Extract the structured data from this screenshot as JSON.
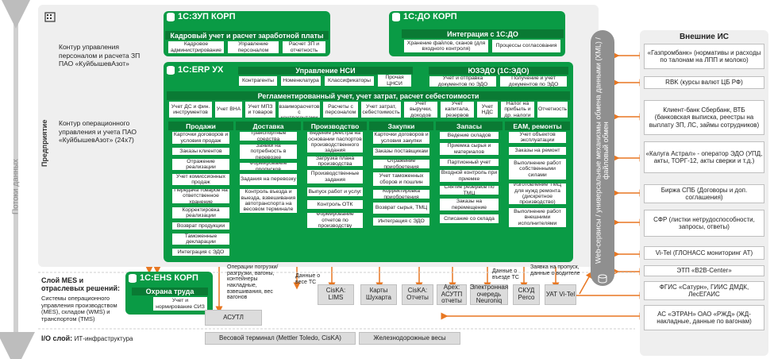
{
  "axis": {
    "data_flow": "Потоки данных"
  },
  "enterprise": {
    "label": "Предприятие",
    "hr_text": "Контур управления персоналом и расчета ЗП ПАО «КуйбышевАзот»",
    "ops_text": "Контур операционного управления и учета ПАО «КуйбышевАзот» (24х7)"
  },
  "zup": {
    "title": "1С:ЗУП КОРП",
    "bar": "Кадровый учет и расчет заработной платы",
    "boxes": [
      "Кадровое администрирование",
      "Управление персоналом",
      "Расчет ЗП и отчетность"
    ]
  },
  "do": {
    "title": "1С:ДО КОРП",
    "bar": "Интеграция с 1С:ДО",
    "boxes": [
      "Хранение файлов, сканов (для входного контроля)",
      "Процессы согласования"
    ]
  },
  "erp": {
    "title": "1С:ERP УХ",
    "nsi_bar": "Управление НСИ",
    "nsi_boxes": [
      "Контрагенты",
      "Номенклатура",
      "Классификаторы",
      "Прочая ЦНСИ"
    ],
    "edo_bar": "ЮЗЭДО (1С:ЭДО)",
    "edo_boxes": [
      "Учет и отправка документов по ЭДО",
      "Получение и учет документов по ЭДО"
    ],
    "reg_bar": "Регламентированный учет, учет затрат, расчет себестоимости",
    "reg_boxes": [
      "Учет ДС и фин. инструментов",
      "Учет ВНА",
      "Учет МПЗ и товаров",
      "Учет взаиморасчетов с контрагентами",
      "Расчеты с персоналом",
      "Учет затрат, себестоимость",
      "Учет выручки, доходов",
      "Учет капитала, резервов",
      "Учет НДС",
      "Налог на прибыль и др. налоги",
      "Отчетность"
    ],
    "columns": [
      {
        "title": "Продажи",
        "items": [
          "Карточки договоров и условия продаж",
          "Заказы клиентов",
          "Отражение реализации",
          "Учет комиссионных продаж",
          "Передача товаров на ответственное хранение",
          "Корректировка реализации",
          "Возврат продукции",
          "Таможенные декларации",
          "Интеграция с ЭДО"
        ]
      },
      {
        "title": "Доставка",
        "items": [
          "Транспортные средства",
          "Заявки на потребность в перевозке",
          "Формирование пропусков",
          "Задания на перевозку",
          "Контроль въезда и выезда, взвешивания автотранспорта на весовом терминале"
        ]
      },
      {
        "title": "Производство",
        "items": [
          "Ведение реестра на основании паспортов производственного задания",
          "Загрузка плана производства",
          "Производственные задания",
          "Выпуск работ и услуг",
          "Контроль ОТК",
          "Формирование отчетов по производству"
        ]
      },
      {
        "title": "Закупки",
        "items": [
          "Карточки договоров и условия закупки",
          "Заказы поставщикам",
          "Отражение приобретения",
          "Учет таможенных сборов и пошлин",
          "Корректировка приобретения",
          "Возврат сырья, ТМЦ",
          "Интеграция с ЭДО"
        ]
      },
      {
        "title": "Запасы",
        "items": [
          "Ведение складов",
          "Приемка сырья и материалов",
          "Партионный учет",
          "Входной контроль при приемке",
          "Снятие резервов по ТМЦ",
          "Заказы на перемещение",
          "Списание со склада"
        ]
      },
      {
        "title": "ЕАМ, ремонты",
        "items": [
          "Учет объектов эксплуатации",
          "Заказы на ремонт",
          "Выполнение работ собственными силами",
          "Изготовление ТМЦ для нужд ремонта (дискретное производство)",
          "Выполнение работ внешними исполнителями"
        ]
      }
    ]
  },
  "ehs": {
    "title": "1С:EHS КОРП",
    "bar": "Охрана труда",
    "box": "Учет и нормирование СИЗ"
  },
  "mes": {
    "title": "Слой MES и отраслевых решений:",
    "desc": "Системы операционного управления производством (MES), складом (WMS) и транспортом (TMS)"
  },
  "io": {
    "title": "I/O слой:",
    "desc": "ИТ-инфраструктура"
  },
  "notes": {
    "ops": "Операции погрузки/разгрузки, вагоны, контейнеры накладные, взвешивания, вес вагонов",
    "ves": "Данные о весе ТС",
    "entry": "Данные о въезде ТС",
    "request": "Заявка на пропуск, данные о водителе"
  },
  "mes_boxes": [
    "АСУТЛ",
    "CisKA: LIMS",
    "Карты Шухарта",
    "CisKA: Отчеты",
    "Apex: АСУТП отчеты",
    "Электронная очередь Neuroniq",
    "СКУД Perco",
    "УАТ Vi-Tel"
  ],
  "io_boxes": [
    "Весовой терминал (Mettler Toledo, CisKA)",
    "Железнодорожные весы"
  ],
  "ws": "Web-сервисы / универсальные механизмы обмена данными (XML) / файловый обмен",
  "external": {
    "title": "Внешние ИС",
    "items": [
      "«Газпромбанк» (нормативы и расходы по талонам на ЛПП и молоко)",
      "RBK (курсы валют ЦБ РФ)",
      "Клиент-банк Сбербанк, ВТБ (банковская выписка, реестры на выплату ЗП, ЛС, займы сотрудников)",
      "«Калуга Астрал» - оператор ЭДО (УПД, акты, ТОРГ-12, акты сверки и т.д.)",
      "Биржа СПБ (Договоры и доп. соглашения)",
      "СФР (листки нетрудоспособности, запросы, ответы)",
      "Vi-Tel (ГЛОНАСС мониторинг АТ)",
      "ЭТП «B2B-Center»",
      "ФГИС «Сатурн», ГИИС ДМДК, ЛесЕГАИС",
      "АС «ЭТРАН» ОАО «РЖД» (ЖД-накладные, данные по вагонам)"
    ]
  },
  "colors": {
    "green": "#0a9b45",
    "dark_green": "#0a7a34",
    "arrow": "#e87722",
    "grey": "#8f8f8f"
  }
}
